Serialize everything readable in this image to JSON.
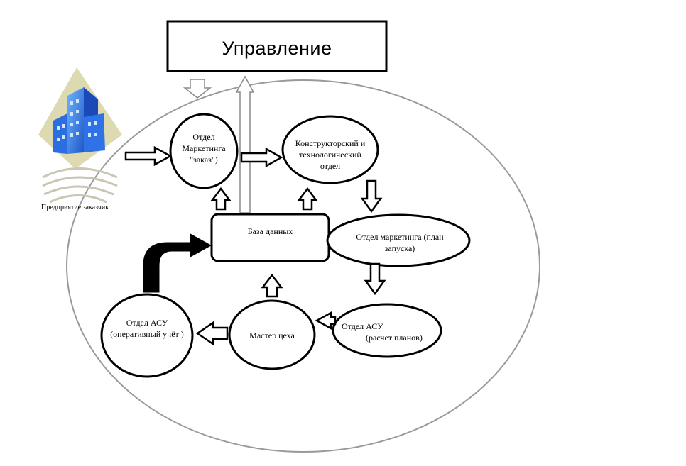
{
  "title": "Управление",
  "client": {
    "caption": "Предприятие заказчик",
    "icon": "office-building-icon"
  },
  "nodes": {
    "marketing_order": {
      "lines": [
        "Отдел",
        "Маркетинга",
        "\"заказ\")"
      ]
    },
    "design_dept": {
      "lines": [
        "Конструкторский и",
        "технологический",
        "отдел"
      ]
    },
    "database": {
      "label": "База данных"
    },
    "marketing_plan": {
      "lines": [
        "Отдел маркетинга (план",
        "запуска)"
      ]
    },
    "asu_planning": {
      "lines": [
        "Отдел АСУ",
        "(расчет планов)"
      ]
    },
    "shop_master": {
      "label": "Мастер цеха"
    },
    "asu_ops": {
      "lines": [
        "Отдел АСУ",
        "(оперативный учёт )"
      ]
    }
  }
}
